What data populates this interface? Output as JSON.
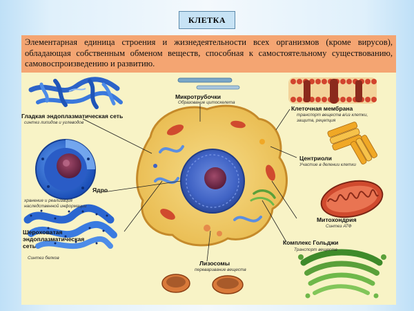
{
  "title": "КЛЕТКА",
  "definition": "Элементарная единица строения и жизнедеятельности всех организмов (кроме вирусов), обладающая собственным обменом веществ, способная к самостоятельному существованию, самовоспроизведению и развитию.",
  "labels": {
    "smooth_er": {
      "name": "Гладкая эндоплазматическая сеть",
      "desc": "синтез липидов и углеводов"
    },
    "microtubules": {
      "name": "Микротрубочки",
      "desc": "Образование цитоскелета"
    },
    "membrane": {
      "name": "Клеточная мембрана",
      "desc_1": "транспорт веществ в/из клетки,",
      "desc_2": "защита, рецепция"
    },
    "centrioles": {
      "name": "Центриоли",
      "desc": "Участие в делении клетки"
    },
    "nucleus": {
      "name": "Ядро",
      "desc_1": "хранение и реализация",
      "desc_2": "наследственной информации"
    },
    "mitochondria": {
      "name": "Митохондрия",
      "desc": "Синтез АТФ"
    },
    "rough_er": {
      "name_1": "Шероховатая",
      "name_2": "эндоплазматическая",
      "name_3": "сеть",
      "desc": "Синтез белков"
    },
    "golgi": {
      "name": "Комплекс Гольджи",
      "desc": "Транспорт веществ"
    },
    "lysosomes": {
      "name": "Лизосомы",
      "desc": "переваривание веществ"
    }
  },
  "colors": {
    "title_bg": "#c7e3f5",
    "definition_bg": "#f4a572",
    "panel_bg": "#f8f3c6",
    "cytoplasm": "#f2cf6e",
    "nucleus": "#3f62c4",
    "er_blue": "#2f6fd6",
    "mitochondria": "#c8452c",
    "golgi": "#5aa03a"
  }
}
